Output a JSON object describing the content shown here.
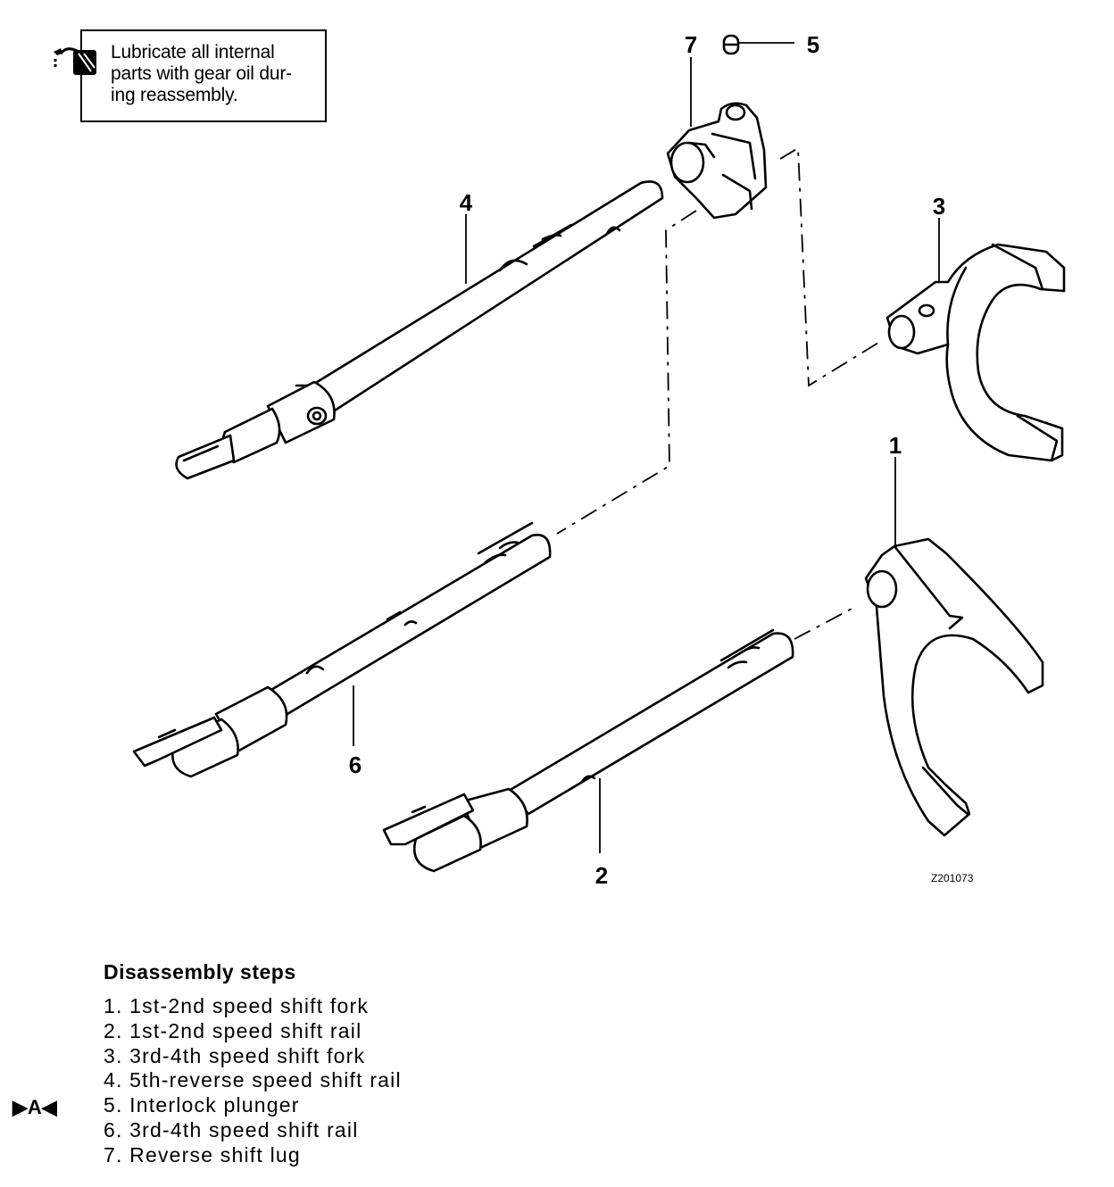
{
  "note": {
    "text": "Lubricate all internal\nparts with gear oil dur-\ning reassembly.",
    "icon": "oil-can-icon"
  },
  "callouts": {
    "c1": "1",
    "c2": "2",
    "c3": "3",
    "c4": "4",
    "c5": "5",
    "c6": "6",
    "c7": "7"
  },
  "figure_code": "Z201073",
  "steps": {
    "title": "Disassembly steps",
    "marker": "▶A◀",
    "items": [
      "1. 1st-2nd speed shift fork",
      "2. 1st-2nd speed shift rail",
      "3. 3rd-4th speed shift fork",
      "4. 5th-reverse speed shift rail",
      "5. Interlock plunger",
      "6. 3rd-4th speed shift rail",
      "7. Reverse shift lug"
    ]
  }
}
